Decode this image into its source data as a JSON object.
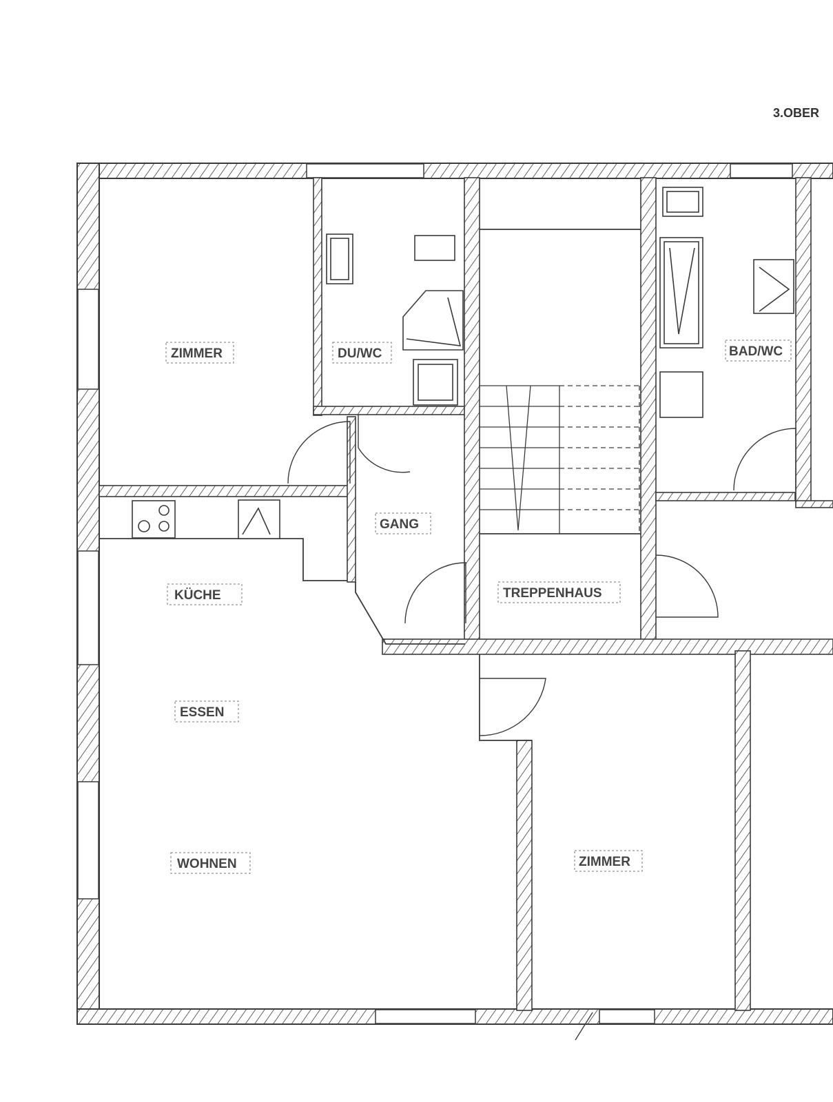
{
  "floor_title": "3.OBER",
  "rooms": {
    "zimmer_1": "ZIMMER",
    "du_wc": "DU/WC",
    "bad_wc": "BAD/WC",
    "gang": "GANG",
    "kueche": "KÜCHE",
    "treppenhaus": "TREPPENHAUS",
    "essen": "ESSEN",
    "wohnen": "WOHNEN",
    "zimmer_2": "ZIMMER"
  },
  "colors": {
    "ink": "#3a3a3a",
    "paper": "#ffffff"
  }
}
